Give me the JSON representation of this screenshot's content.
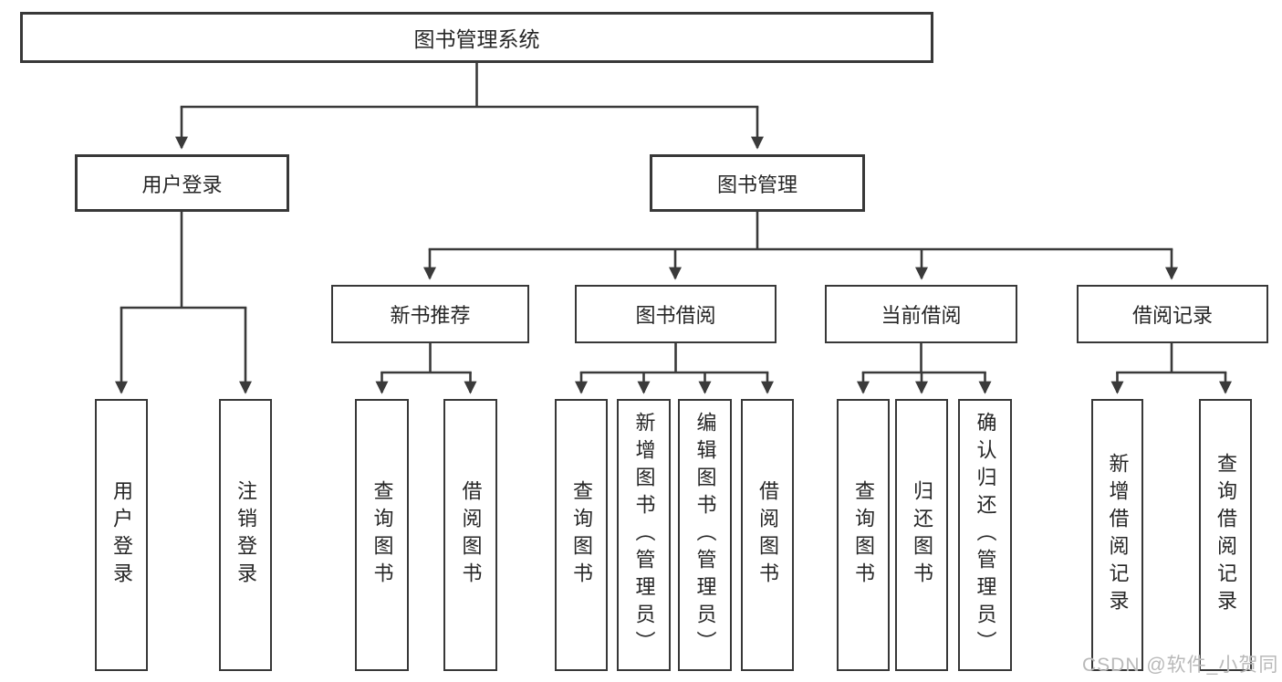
{
  "watermark": "CSDN @软件_小贺同学",
  "colors": {
    "line": "#3a3a3a",
    "box-border": "#383838",
    "text": "#262626",
    "watermark": "#b9b9b9",
    "bg": "#ffffff"
  },
  "tree": {
    "root": {
      "label": "图书管理系统"
    },
    "branches": [
      {
        "label": "用户登录",
        "children": [
          {
            "label": "用户登录"
          },
          {
            "label": "注销登录"
          }
        ]
      },
      {
        "label": "图书管理",
        "sections": [
          {
            "label": "新书推荐",
            "children": [
              {
                "label": "查询图书"
              },
              {
                "label": "借阅图书"
              }
            ]
          },
          {
            "label": "图书借阅",
            "children": [
              {
                "label": "查询图书"
              },
              {
                "label": "新增图书（管理员）"
              },
              {
                "label": "编辑图书（管理员）"
              },
              {
                "label": "借阅图书"
              }
            ]
          },
          {
            "label": "当前借阅",
            "children": [
              {
                "label": "查询图书"
              },
              {
                "label": "归还图书"
              },
              {
                "label": "确认归还（管理员）"
              }
            ]
          },
          {
            "label": "借阅记录",
            "children": [
              {
                "label": "新增借阅记录"
              },
              {
                "label": "查询借阅记录"
              }
            ]
          }
        ]
      }
    ]
  }
}
